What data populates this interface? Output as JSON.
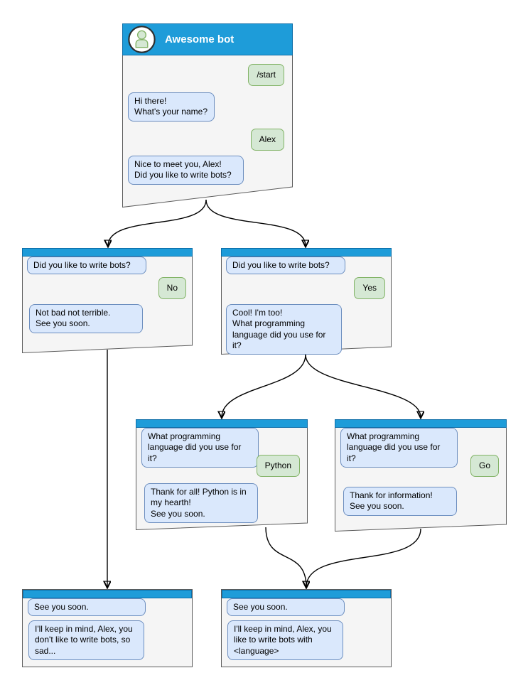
{
  "colors": {
    "header_blue": "#1e9cd9",
    "header_border": "#0d6ea8",
    "box_fill": "#f5f5f5",
    "box_border": "#5c5c5c",
    "bot_fill": "#dae8fc",
    "bot_border": "#6c8ebf",
    "user_fill": "#d5e8d4",
    "user_border": "#82b366",
    "edge_color": "#000000",
    "text_color": "#000000"
  },
  "main_dialog": {
    "title": "Awesome bot",
    "avatar_icon": "person-icon",
    "messages": [
      {
        "from": "user",
        "text": "/start"
      },
      {
        "from": "bot",
        "text": "Hi there!\nWhat's your name?"
      },
      {
        "from": "user",
        "text": "Alex"
      },
      {
        "from": "bot",
        "text": "Nice to meet you, Alex!\nDid you like to write bots?"
      }
    ]
  },
  "branch_no": {
    "messages": [
      {
        "from": "bot",
        "text": "Did you like to write bots?"
      },
      {
        "from": "user",
        "text": "No"
      },
      {
        "from": "bot",
        "text": "Not bad not terrible.\nSee you soon."
      }
    ]
  },
  "branch_yes": {
    "messages": [
      {
        "from": "bot",
        "text": "Did you like to write bots?"
      },
      {
        "from": "user",
        "text": "Yes"
      },
      {
        "from": "bot",
        "text": "Cool! I'm too!\nWhat programming\nlanguage did you use for it?"
      }
    ]
  },
  "branch_python": {
    "messages": [
      {
        "from": "bot",
        "text": "What programming\nlanguage did you use for it?"
      },
      {
        "from": "user",
        "text": "Python"
      },
      {
        "from": "bot",
        "text": "Thank for all! Python is in\nmy hearth!\nSee you soon."
      }
    ]
  },
  "branch_go": {
    "messages": [
      {
        "from": "bot",
        "text": "What programming\nlanguage did you use for it?"
      },
      {
        "from": "user",
        "text": "Go"
      },
      {
        "from": "bot",
        "text": "Thank for information!\nSee you soon."
      }
    ]
  },
  "end_no": {
    "messages": [
      {
        "from": "bot",
        "text": "See you soon."
      },
      {
        "from": "bot",
        "text": "I'll keep in mind, Alex, you\ndon't like to write bots, so\nsad..."
      }
    ]
  },
  "end_yes": {
    "messages": [
      {
        "from": "bot",
        "text": "See you soon."
      },
      {
        "from": "bot",
        "text": "I'll keep in mind, Alex, you\nlike to write bots with\n<language>"
      }
    ]
  }
}
